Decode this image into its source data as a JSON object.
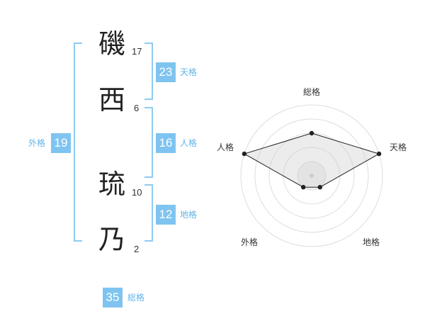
{
  "name_chars": [
    {
      "char": "磯",
      "strokes": "17"
    },
    {
      "char": "西",
      "strokes": "6"
    },
    {
      "char": "琉",
      "strokes": "10"
    },
    {
      "char": "乃",
      "strokes": "2"
    }
  ],
  "kakusu": {
    "tenkaku": {
      "value": "23",
      "label": "天格"
    },
    "jinkaku": {
      "value": "16",
      "label": "人格"
    },
    "chikaku": {
      "value": "12",
      "label": "地格"
    },
    "gaikaku": {
      "value": "19",
      "label": "外格"
    },
    "soukaku": {
      "value": "35",
      "label": "総格"
    }
  },
  "colors": {
    "accent": "#7fc4f0",
    "accent_text": "#62b3e8",
    "bracket": "#8fcaf2"
  },
  "chart_data": {
    "type": "radar",
    "axes": [
      "総格",
      "天格",
      "地格",
      "外格",
      "人格"
    ],
    "values": [
      3,
      5,
      1,
      1,
      5
    ],
    "max": 5,
    "rings": 5
  }
}
